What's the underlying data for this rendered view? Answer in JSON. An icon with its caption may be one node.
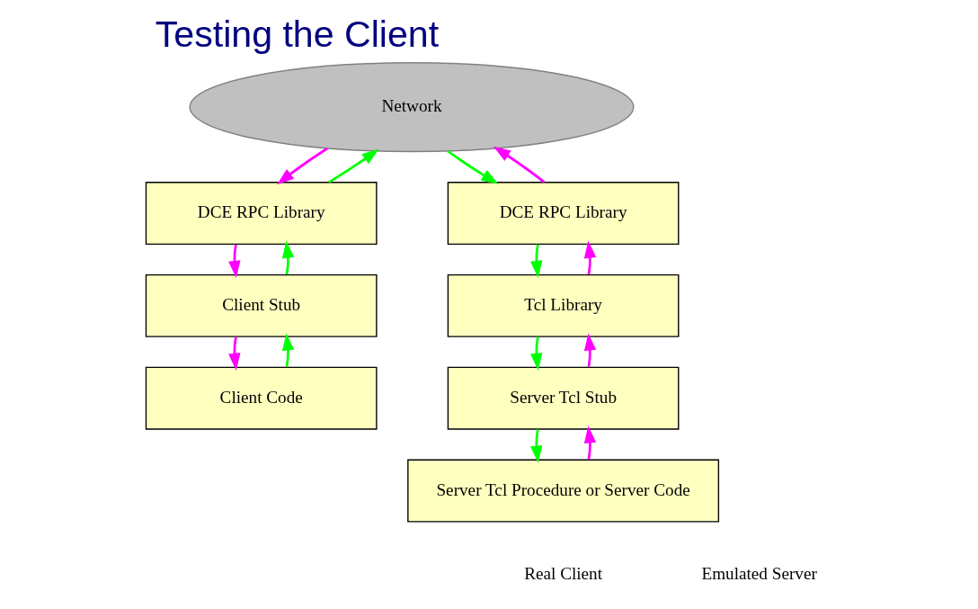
{
  "diagram": {
    "title": "Testing the Client",
    "nodes": [
      {
        "text": [
          "Network"
        ]
      },
      {
        "text": [
          "DCE RPC Library"
        ]
      },
      {
        "text": [
          "Client Stub"
        ]
      },
      {
        "text": [
          "Client Code"
        ]
      },
      {
        "text": [
          "DCE RPC Library"
        ]
      },
      {
        "text": [
          "Tcl Library"
        ]
      },
      {
        "text": [
          "Server Tcl Stub"
        ]
      },
      {
        "text": [
          "Server Tcl Procedure or Server Code"
        ]
      }
    ],
    "edges": [
      {
        "from": 3,
        "to": 2,
        "arrow": "to",
        "color": "#00ff00"
      },
      {
        "from": 2,
        "to": 1,
        "arrow": "to",
        "color": "#00ff00"
      },
      {
        "from": 1,
        "to": 0,
        "arrow": "to",
        "color": "#00ff00"
      },
      {
        "from": 0,
        "to": 1,
        "arrow": "to",
        "color": "#ff00ff"
      },
      {
        "from": 1,
        "to": 2,
        "arrow": "to",
        "color": "#ff00ff"
      },
      {
        "from": 2,
        "to": 3,
        "arrow": "to",
        "color": "#ff00ff"
      },
      {
        "from": 0,
        "to": 4,
        "arrow": "to",
        "color": "#00ff00"
      },
      {
        "from": 4,
        "to": 5,
        "arrow": "to",
        "color": "#00ff00"
      },
      {
        "from": 5,
        "to": 6,
        "arrow": "to",
        "color": "#00ff00"
      },
      {
        "from": 6,
        "to": 7,
        "arrow": "to",
        "color": "#00ff00"
      },
      {
        "from": 7,
        "to": 6,
        "arrow": "to",
        "color": "#ff00ff"
      },
      {
        "from": 6,
        "to": 5,
        "arrow": "to",
        "color": "#ff00ff"
      },
      {
        "from": 5,
        "to": 4,
        "arrow": "to",
        "color": "#ff00ff"
      },
      {
        "from": 4,
        "to": 0,
        "arrow": "to",
        "color": "#ff00ff"
      }
    ],
    "labels": [
      "Real Client",
      "Emulated Server"
    ]
  }
}
